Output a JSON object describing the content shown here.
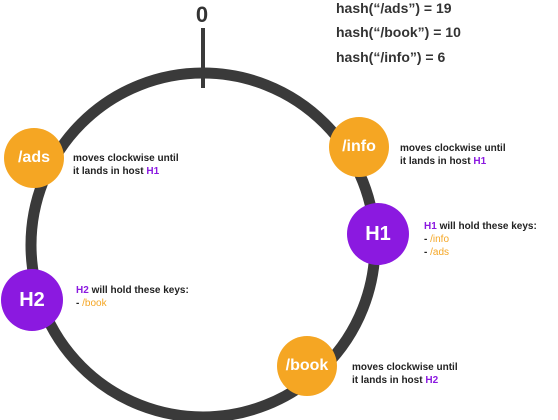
{
  "colors": {
    "ring": "#3a3a3a",
    "key_node": "#f5a623",
    "host_node": "#8b19e0",
    "host_label": "#8b19e0",
    "key_label": "#f5a623"
  },
  "zero_label": "0",
  "hash_lines": [
    {
      "lhs": "hash(“/ads”)",
      "rhs": " = 19"
    },
    {
      "lhs": "hash(“/book”)",
      "rhs": " = 10"
    },
    {
      "lhs": "hash(“/info”)",
      "rhs": " = 6"
    }
  ],
  "key_nodes": [
    {
      "id": "ads",
      "label": "/ads"
    },
    {
      "id": "info",
      "label": "/info"
    },
    {
      "id": "book",
      "label": "/book"
    }
  ],
  "host_nodes": [
    {
      "id": "h1",
      "label": "H1"
    },
    {
      "id": "h2",
      "label": "H2"
    }
  ],
  "notes": {
    "ads": {
      "line1": "moves clockwise until",
      "line2_prefix": "it lands in host ",
      "host": "H1"
    },
    "info": {
      "line1": "moves clockwise until",
      "line2_prefix": "it lands in host ",
      "host": "H1"
    },
    "book": {
      "line1": "moves clockwise until",
      "line2_prefix": "it lands in host ",
      "host": "H2"
    },
    "h1": {
      "host": "H1",
      "title_suffix": " will hold these keys:",
      "keys": [
        "/info",
        "/ads"
      ]
    },
    "h2": {
      "host": "H2",
      "title_suffix": " will hold these keys:",
      "keys": [
        "/book"
      ]
    }
  },
  "bullet": "- "
}
